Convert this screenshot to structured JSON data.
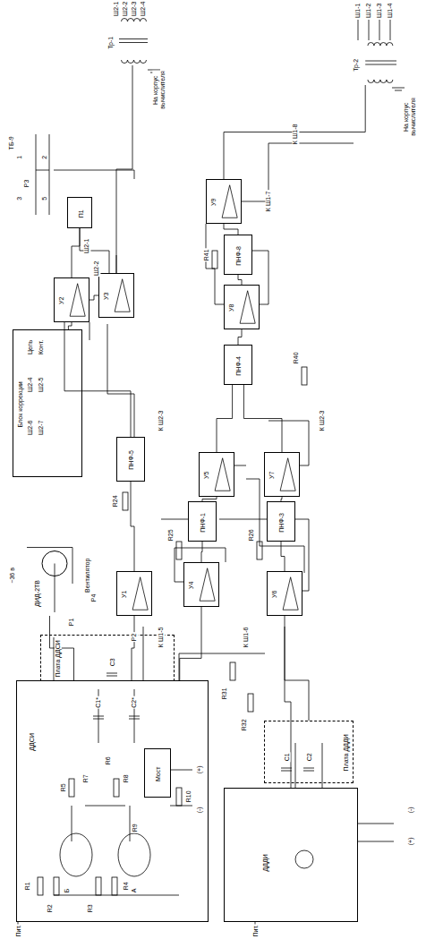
{
  "diagram": {
    "nodes": [
      {
        "text": [
          "ДДСИ"
        ]
      },
      {
        "text": [
          "Плата ДДСИ"
        ]
      },
      {
        "text": [
          "Мост"
        ],
        "in": 0
      },
      {
        "text": [
          "ДДДИ"
        ]
      },
      {
        "text": [
          "Плата ДДДИ"
        ]
      },
      {
        "text": [
          "ДИД-2ТВ",
          "Вентилятор"
        ]
      },
      {
        "text": [
          "Блок коррекции"
        ]
      },
      {
        "text": [
          "У1"
        ]
      },
      {
        "text": [
          "У2"
        ]
      },
      {
        "text": [
          "У3"
        ]
      },
      {
        "text": [
          "У4"
        ]
      },
      {
        "text": [
          "У5"
        ]
      },
      {
        "text": [
          "У6"
        ]
      },
      {
        "text": [
          "У7"
        ]
      },
      {
        "text": [
          "У8"
        ]
      },
      {
        "text": [
          "У9"
        ]
      },
      {
        "text": [
          "ПНФ-5"
        ]
      },
      {
        "text": [
          "ПНФ-1"
        ]
      },
      {
        "text": [
          "ПНФ-3"
        ]
      },
      {
        "text": [
          "ПНФ-4"
        ]
      },
      {
        "text": [
          "ПНФ-8"
        ]
      },
      {
        "text": [
          "Тр-1"
        ]
      },
      {
        "text": [
          "Тр-2"
        ]
      },
      {
        "text": [
          "П1"
        ]
      }
    ],
    "edges": [
      {
        "from": 0,
        "to": 7,
        "arrow": "none"
      },
      {
        "from": 7,
        "to": 16,
        "arrow": "none"
      },
      {
        "from": 16,
        "to": 8,
        "arrow": "none"
      },
      {
        "from": 6,
        "to": 8,
        "arrow": "none"
      },
      {
        "from": 8,
        "to": 9,
        "arrow": "none"
      },
      {
        "from": 9,
        "to": 23,
        "arrow": "none"
      },
      {
        "from": 9,
        "to": 21,
        "arrow": "none"
      },
      {
        "from": 0,
        "to": 10,
        "arrow": "none"
      },
      {
        "from": 10,
        "to": 17,
        "arrow": "none"
      },
      {
        "from": 17,
        "to": 11,
        "arrow": "none"
      },
      {
        "from": 3,
        "to": 12,
        "arrow": "none"
      },
      {
        "from": 12,
        "to": 18,
        "arrow": "none"
      },
      {
        "from": 18,
        "to": 13,
        "arrow": "none"
      },
      {
        "from": 11,
        "to": 19,
        "arrow": "none"
      },
      {
        "from": 13,
        "to": 19,
        "arrow": "none"
      },
      {
        "from": 19,
        "to": 14,
        "arrow": "none"
      },
      {
        "from": 14,
        "to": 20,
        "arrow": "none"
      },
      {
        "from": 20,
        "to": 15,
        "arrow": "none"
      },
      {
        "from": 15,
        "to": 22,
        "arrow": "none"
      },
      {
        "from": 5,
        "to": 0,
        "arrow": "none"
      }
    ],
    "labels": [
      "Ш2-1",
      "Ш2-2",
      "Ш2-3",
      "Ш2-4",
      "На корпус вычислителя",
      "Ш1-1",
      "Ш1-2",
      "Ш1-3",
      "Ш1-4",
      "На корпус вычислителя",
      "ТБ-9",
      "Р3",
      "1",
      "2",
      "3",
      "5",
      "Ш2-1",
      "Ш2-2",
      "Цепь",
      "Конт.",
      "Ш2-4",
      "Ш2-5",
      "Ш2-6",
      "Ш2-7",
      "~36 в",
      "R1",
      "R2",
      "R3",
      "R4",
      "R5",
      "R6",
      "R7",
      "R8",
      "R9",
      "R10",
      "C1*",
      "C2*",
      "C3",
      "А",
      "Б",
      "(+)",
      "(-)",
      "Р1",
      "Р2",
      "Р4",
      "R31",
      "R32",
      "C1",
      "C2",
      "(+)",
      "(-)",
      "Пит.",
      "Пит.",
      "К Ш1-5",
      "К Ш1-6",
      "К Ш2-3",
      "К Ш2-3",
      "К Ш1-7",
      "К Ш1-8",
      "R24",
      "R25",
      "R26",
      "R40",
      "R41"
    ]
  }
}
